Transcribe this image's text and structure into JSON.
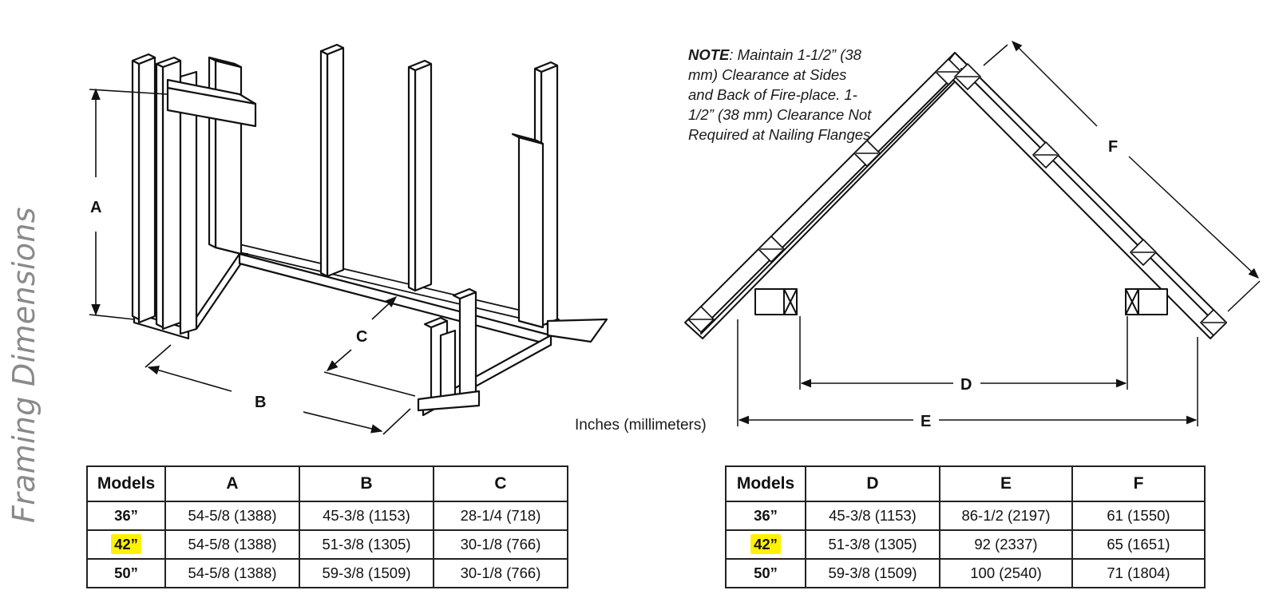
{
  "side_title": "Framing Dimensions",
  "note": {
    "prefix": "NOTE",
    "text": ": Maintain 1-1/2” (38 mm) Clearance at Sides and Back of Fire-place. 1-1/2” (38 mm) Clearance Not Required at Nailing Flanges"
  },
  "units_label": "Inches (millimeters)",
  "diagram_labels": {
    "A": "A",
    "B": "B",
    "C": "C",
    "D": "D",
    "E": "E",
    "F": "F"
  },
  "highlight_color": "#fff200",
  "table_left": {
    "headers": [
      "Models",
      "A",
      "B",
      "C"
    ],
    "rows": [
      [
        "36”",
        "54-5/8 (1388)",
        "45-3/8 (1153)",
        "28-1/4 (718)"
      ],
      [
        "42”",
        "54-5/8 (1388)",
        "51-3/8 (1305)",
        "30-1/8 (766)"
      ],
      [
        "50”",
        "54-5/8 (1388)",
        "59-3/8 (1509)",
        "30-1/8 (766)"
      ]
    ]
  },
  "table_right": {
    "headers": [
      "Models",
      "D",
      "E",
      "F"
    ],
    "rows": [
      [
        "36”",
        "45-3/8 (1153)",
        "86-1/2 (2197)",
        "61 (1550)"
      ],
      [
        "42”",
        "51-3/8 (1305)",
        "92 (2337)",
        "65 (1651)"
      ],
      [
        "50”",
        "59-3/8 (1509)",
        "100 (2540)",
        "71 (1804)"
      ]
    ]
  }
}
